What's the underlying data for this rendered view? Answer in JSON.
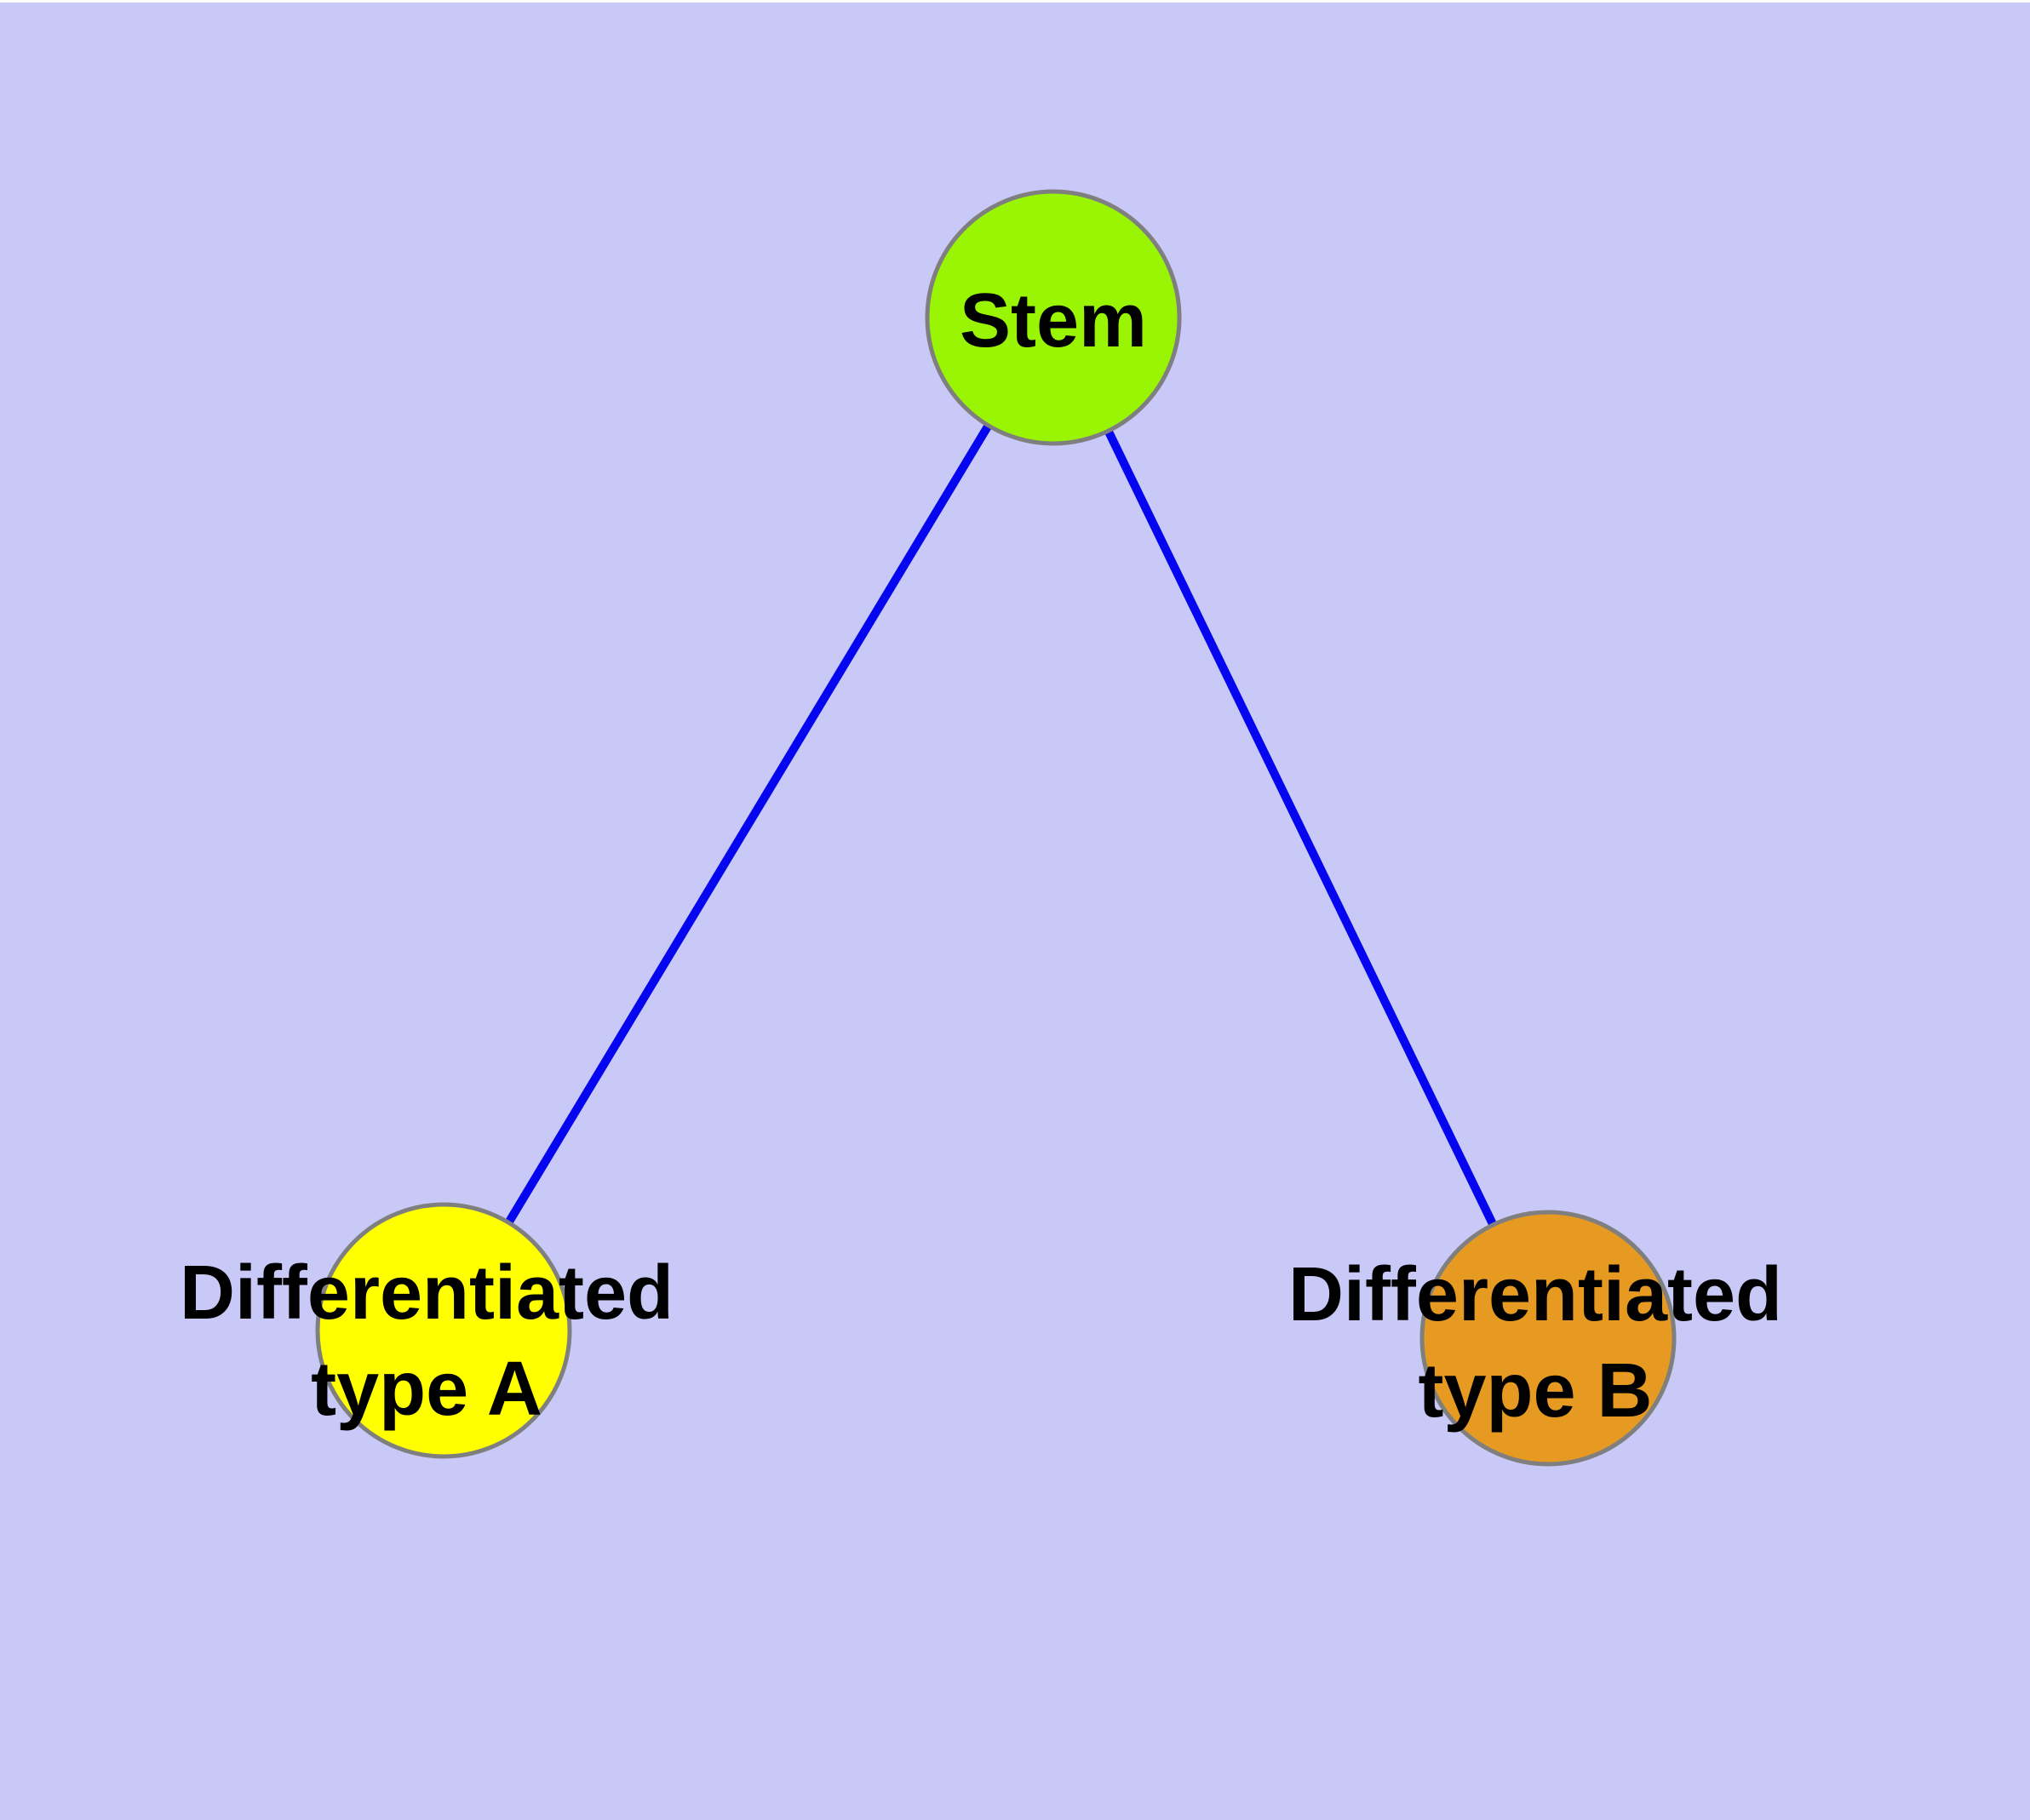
{
  "diagram": {
    "type": "graph",
    "background_color": "#C9C9F8",
    "edge_color": "#0505F0",
    "node_border_color": "#7F7F7F",
    "label_color": "#000000",
    "nodes": [
      {
        "id": "stem",
        "label": "Stem",
        "label_line1": "Stem",
        "label_line2": "",
        "fill": "#9AF505"
      },
      {
        "id": "type-a",
        "label": "Differentiated type A",
        "label_line1": "Differentiated",
        "label_line2": "type A",
        "fill": "#FFFF00"
      },
      {
        "id": "type-b",
        "label": "Differentiated type B",
        "label_line1": "Differentiated",
        "label_line2": "type B",
        "fill": "#E69A22"
      }
    ],
    "edges": [
      {
        "from": "Stem",
        "to": "Differentiated type A"
      },
      {
        "from": "Stem",
        "to": "Differentiated type B"
      }
    ]
  }
}
